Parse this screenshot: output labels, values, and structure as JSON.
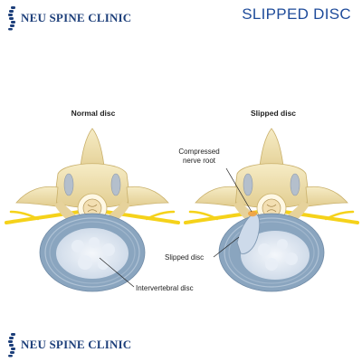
{
  "branding": {
    "logo_text": "NEU SPINE CLINIC",
    "brand_color": "#1d3f7a"
  },
  "header": {
    "title": "SLIPPED DISC",
    "title_color": "#1e4b9a"
  },
  "panels": {
    "normal": {
      "title": "Normal disc"
    },
    "slipped": {
      "title": "Slipped disc"
    }
  },
  "labels": {
    "compressed_nerve_line1": "Compressed",
    "compressed_nerve_line2": "nerve root",
    "slipped_disc": "Slipped disc",
    "intervertebral_disc": "Intervertebral disc"
  },
  "colors": {
    "bone": "#f1e3b2",
    "bone_shade": "#d9c283",
    "nerve": "#f5d21a",
    "disc_ring": "#8aa5bf",
    "disc_inner": "#dfe8f3",
    "compression": "#f2a341"
  },
  "icons": {
    "logo": "spine-icon"
  }
}
